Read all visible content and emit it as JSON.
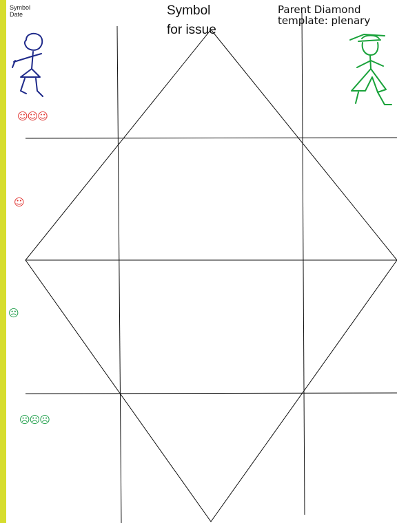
{
  "header": {
    "symbol_label": "Symbol",
    "date_label": "Date",
    "title_line1": "Symbol",
    "title_line2": "for issue",
    "template_line1": "Parent Diamond",
    "template_line2": "template: plenary"
  },
  "scale": {
    "very_happy": "☺☺☺",
    "happy": "☺",
    "sad": "☹",
    "very_sad": "☹☹☹"
  },
  "colors": {
    "sidebar": "#d6dd2e",
    "happy_faces": "#e0322f",
    "sad_faces": "#1f9e4a",
    "stick_figure_left": "#1f2a8a",
    "stick_figure_right": "#19a23a",
    "lines": "#111111"
  },
  "icons": {
    "left_figure": "stick-figure-girl-icon",
    "right_figure": "stick-figure-boy-with-hat-icon"
  }
}
